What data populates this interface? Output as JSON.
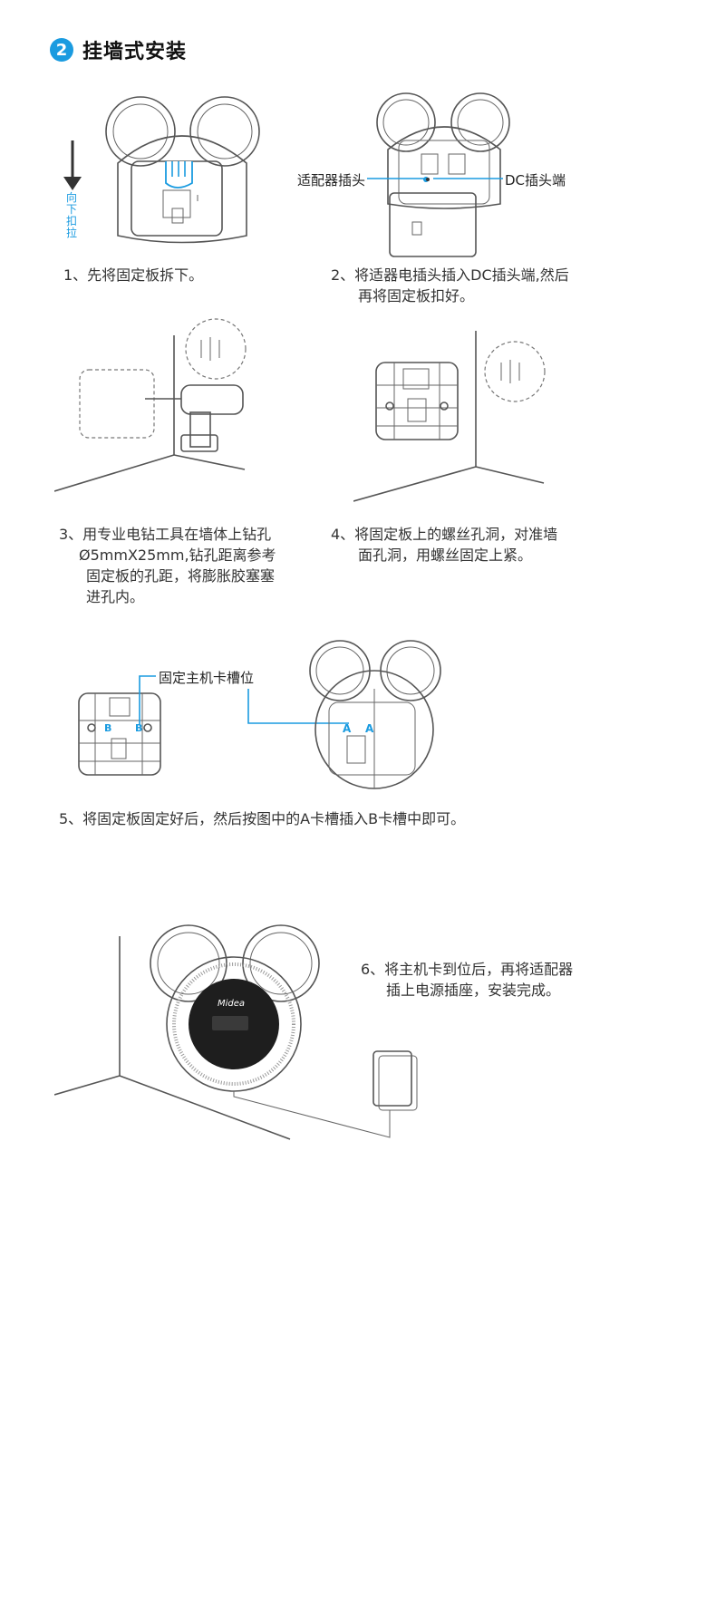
{
  "header": {
    "number": "2",
    "title": "挂墙式安装"
  },
  "colors": {
    "accent": "#1a9be0",
    "line": "#555555"
  },
  "step1": {
    "arrow_label": "向下扣拉",
    "caption": "1、先将固定板拆下。"
  },
  "step2": {
    "label_adapter": "适配器插头",
    "label_dc": "DC插头端",
    "caption_line1": "2、将适器电插头插入DC插头端,然后",
    "caption_line2": "再将固定板扣好。"
  },
  "step3": {
    "caption_line1": "3、用专业电钻工具在墙体上钻孔",
    "caption_line2": "Ø5mmX25mm,钻孔距离参考",
    "caption_line3": "固定板的孔距，将膨胀胶塞塞",
    "caption_line4": "进孔内。"
  },
  "step4": {
    "caption_line1": "4、将固定板上的螺丝孔洞，对准墙",
    "caption_line2": "面孔洞，用螺丝固定上紧。"
  },
  "step5": {
    "label_slot": "固定主机卡槽位",
    "label_b": "B",
    "label_a": "A",
    "caption": "5、将固定板固定好后，然后按图中的A卡槽插入B卡槽中即可。"
  },
  "step6": {
    "brand": "Midea",
    "caption_line1": "6、将主机卡到位后，再将适配器",
    "caption_line2": "插上电源插座，安装完成。"
  }
}
